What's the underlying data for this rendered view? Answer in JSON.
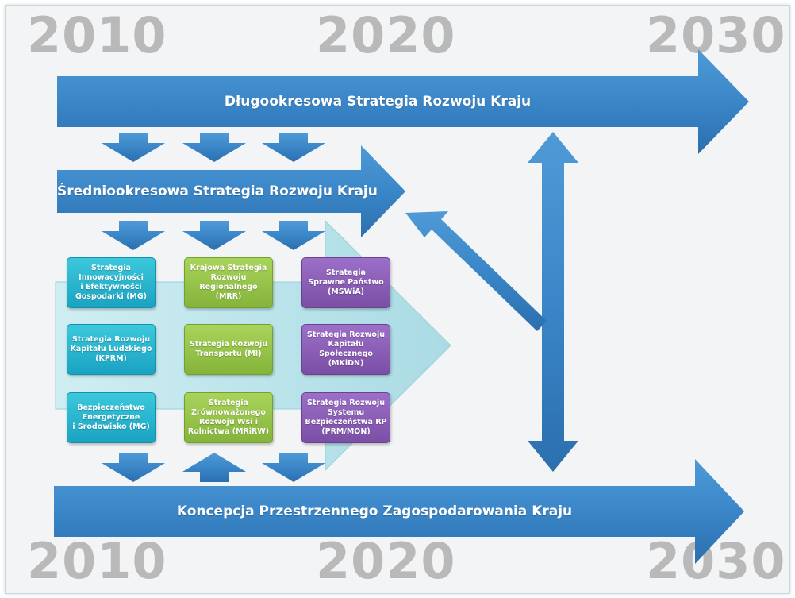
{
  "years": {
    "top_left": "2010",
    "top_center": "2020",
    "top_right": "2030",
    "bottom_left": "2010",
    "bottom_center": "2020",
    "bottom_right": "2030"
  },
  "bands": {
    "long_term": "Długookresowa Strategia Rozwoju Kraju",
    "medium_term": "Średniookresowa Strategia Rozwoju Kraju",
    "spatial": "Koncepcja Przestrzennego Zagospodarowania Kraju"
  },
  "strategies": [
    {
      "text": "Strategia\nInnowacyjności\ni Efektywności\nGospodarki (MG)",
      "color": "teal"
    },
    {
      "text": "Krajowa Strategia\nRozwoju\nRegionalnego (MRR)",
      "color": "green"
    },
    {
      "text": "Strategia\nSprawne Państwo\n(MSWiA)",
      "color": "purple"
    },
    {
      "text": "Strategia Rozwoju\nKapitału Ludzkiego\n(KPRM)",
      "color": "teal"
    },
    {
      "text": "Strategia Rozwoju\nTransportu (MI)",
      "color": "green"
    },
    {
      "text": "Strategia Rozwoju\nKapitału\nSpołecznego\n(MKiDN)",
      "color": "purple"
    },
    {
      "text": "Bezpieczeństwo\nEnergetyczne\ni Środowisko (MG)",
      "color": "teal"
    },
    {
      "text": "Strategia\nZrównoważonego\nRozwoju Wsi i\nRolnictwa (MRiRW)",
      "color": "green"
    },
    {
      "text": "Strategia Rozwoju\nSystemu\nBezpieczeństwa RP\n(PRM/MON)",
      "color": "purple"
    }
  ],
  "colors": {
    "band_blue": "#3a86c8",
    "band_blue_dark": "#2b6fae",
    "light_arrow": "#bfe6ec",
    "year_gray": "#b9b9b9"
  }
}
